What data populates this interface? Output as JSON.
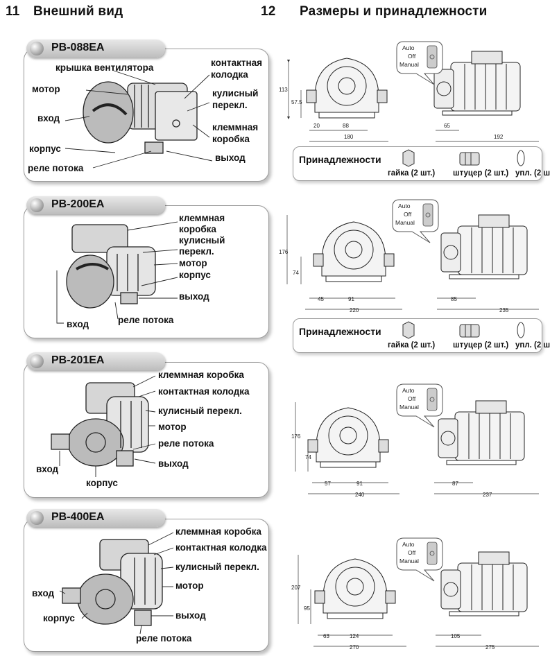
{
  "headers": {
    "left": {
      "num": "11",
      "title": "Внешний вид"
    },
    "right": {
      "num": "12",
      "title": "Размеры и принадлежности"
    }
  },
  "models": [
    {
      "name": "PB-088EA",
      "labels": {
        "fan_cover": "крышка вентилятора",
        "motor": "мотор",
        "contact_block": "контактная колодка",
        "toggle_switch": "кулисный перекл.",
        "inlet": "вход",
        "terminal_box": "клеммная коробка",
        "housing": "корпус",
        "outlet": "выход",
        "flow_relay": "реле потока"
      },
      "dims": {
        "h": "113",
        "h2": "57.5",
        "a": "20",
        "b": "88",
        "w": "180",
        "c": "65",
        "l": "192"
      }
    },
    {
      "name": "PB-200EA",
      "labels": {
        "terminal_box": "клеммная коробка",
        "toggle_switch": "кулисный перекл.",
        "motor": "мотор",
        "housing": "корпус",
        "outlet": "выход",
        "inlet": "вход",
        "flow_relay": "реле потока"
      },
      "dims": {
        "h": "176",
        "h2": "74",
        "a": "45",
        "b": "91",
        "w": "220",
        "c": "85",
        "l": "235"
      }
    },
    {
      "name": "PB-201EA",
      "labels": {
        "terminal_box": "клеммная коробка",
        "contact_block": "контактная колодка",
        "toggle_switch": "кулисный перекл.",
        "motor": "мотор",
        "flow_relay": "реле потока",
        "outlet": "выход",
        "inlet": "вход",
        "housing": "корпус"
      },
      "dims": {
        "h": "176",
        "h2": "74",
        "a": "57",
        "b": "91",
        "w": "240",
        "c": "87",
        "l": "237"
      }
    },
    {
      "name": "PB-400EA",
      "labels": {
        "terminal_box": "клеммная коробка",
        "contact_block": "контактная колодка",
        "toggle_switch": "кулисный перекл.",
        "motor": "мотор",
        "inlet": "вход",
        "housing": "корпус",
        "outlet": "выход",
        "flow_relay": "реле потока"
      },
      "dims": {
        "h": "207",
        "h2": "95",
        "a": "63",
        "b": "124",
        "w": "270",
        "c": "105",
        "l": "275"
      }
    }
  ],
  "switch_bubble": {
    "auto": "Auto",
    "off": "Off",
    "manual": "Manual"
  },
  "accessories": {
    "title": "Принадлежности",
    "nut": "гайка (2 шт.)",
    "fitting": "штуцер (2 шт.)",
    "seal": "упл. (2 ш"
  }
}
